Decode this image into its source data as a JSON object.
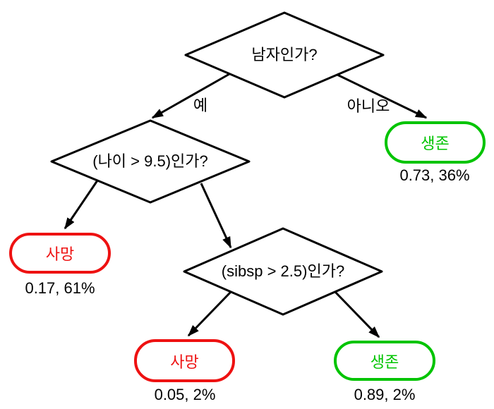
{
  "tree": {
    "nodes": {
      "root": {
        "label": "남자인가?",
        "type": "decision"
      },
      "age": {
        "label": "(나이 > 9.5)인가?",
        "type": "decision"
      },
      "sibsp": {
        "label": "(sibsp > 2.5)인가?",
        "type": "decision"
      },
      "leaf_survive_top": {
        "label": "생존",
        "stat": "0.73, 36%",
        "type": "survive"
      },
      "leaf_die_left": {
        "label": "사망",
        "stat": "0.17, 61%",
        "type": "die"
      },
      "leaf_die_bottom": {
        "label": "사망",
        "stat": "0.05, 2%",
        "type": "die"
      },
      "leaf_survive_bottom": {
        "label": "생존",
        "stat": "0.89, 2%",
        "type": "survive"
      }
    },
    "edge_labels": {
      "yes": "예",
      "no": "아니오"
    },
    "colors": {
      "survive": "#00c400",
      "die": "#ee1111",
      "line": "#000000"
    }
  }
}
